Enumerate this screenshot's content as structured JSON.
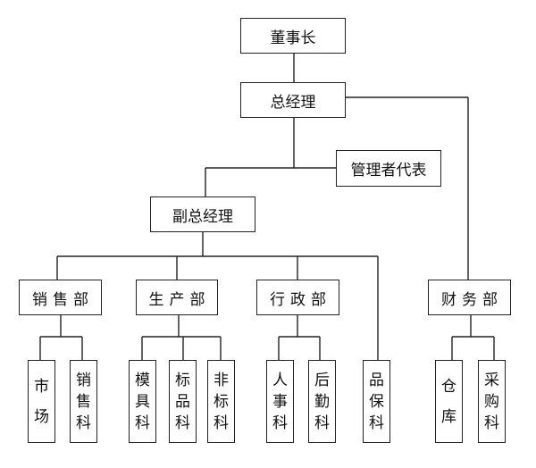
{
  "chart_data": {
    "type": "org-chart",
    "title": "",
    "nodes": {
      "chairman": "董事长",
      "general_manager": "总经理",
      "management_rep": "管理者代表",
      "deputy_gm": "副总经理",
      "sales_dept": "销售部",
      "production_dept": "生产部",
      "admin_dept": "行政部",
      "finance_dept": "财务部",
      "market": "市场",
      "sales_section": "销售科",
      "mold_section": "模具科",
      "standard_section": "标品科",
      "nonstandard_section": "非标科",
      "hr_section": "人事科",
      "logistics_section": "后勤科",
      "qa_section": "品保科",
      "warehouse": "仓库",
      "purchasing_section": "采购科"
    },
    "edges": [
      [
        "chairman",
        "general_manager"
      ],
      [
        "general_manager",
        "deputy_gm"
      ],
      [
        "general_manager",
        "management_rep"
      ],
      [
        "general_manager",
        "finance_dept"
      ],
      [
        "deputy_gm",
        "sales_dept"
      ],
      [
        "deputy_gm",
        "production_dept"
      ],
      [
        "deputy_gm",
        "admin_dept"
      ],
      [
        "deputy_gm",
        "qa_section"
      ],
      [
        "sales_dept",
        "market"
      ],
      [
        "sales_dept",
        "sales_section"
      ],
      [
        "production_dept",
        "mold_section"
      ],
      [
        "production_dept",
        "standard_section"
      ],
      [
        "production_dept",
        "nonstandard_section"
      ],
      [
        "admin_dept",
        "hr_section"
      ],
      [
        "admin_dept",
        "logistics_section"
      ],
      [
        "finance_dept",
        "warehouse"
      ],
      [
        "finance_dept",
        "purchasing_section"
      ]
    ]
  },
  "leaves": {
    "market": [
      "市",
      "场"
    ],
    "sales_section": [
      "销",
      "售",
      "科"
    ],
    "mold_section": [
      "模",
      "具",
      "科"
    ],
    "standard_section": [
      "标",
      "品",
      "科"
    ],
    "nonstandard_section": [
      "非",
      "标",
      "科"
    ],
    "hr_section": [
      "人",
      "事",
      "科"
    ],
    "logistics_section": [
      "后",
      "勤",
      "科"
    ],
    "qa_section": [
      "品",
      "保",
      "科"
    ],
    "warehouse": [
      "仓",
      "库"
    ],
    "purchasing_section": [
      "采",
      "购",
      "科"
    ]
  }
}
